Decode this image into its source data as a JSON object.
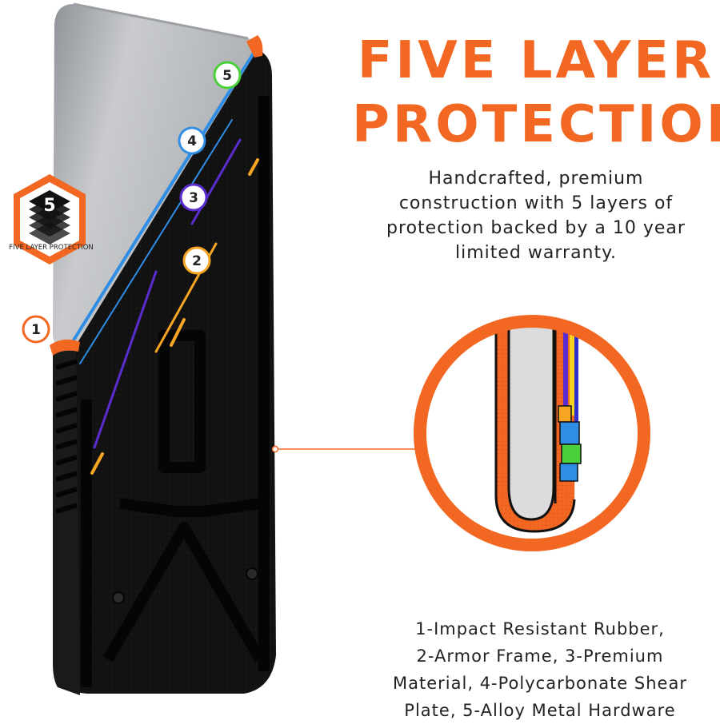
{
  "headline": {
    "line1": "FIVE LAYER",
    "line2": "PROTECTION"
  },
  "intro": {
    "lines": [
      "Handcrafted, premium",
      "construction with 5 layers of",
      "protection backed by a 10 year",
      "limited warranty."
    ]
  },
  "legend": {
    "lines": [
      "1-Impact Resistant Rubber,",
      "2-Armor Frame, 3-Premium",
      "Material, 4-Polycarbonate Shear",
      "Plate, 5-Alloy Metal Hardware"
    ]
  },
  "badge_logo": {
    "text": "FIVE LAYER PROTECTION",
    "glyph": "5"
  },
  "markers": [
    {
      "number": "1",
      "color": "#f26722"
    },
    {
      "number": "2",
      "color": "#f6a623"
    },
    {
      "number": "3",
      "color": "#5b2ccf"
    },
    {
      "number": "4",
      "color": "#2f8de4"
    },
    {
      "number": "5",
      "color": "#4ad13a"
    }
  ],
  "colors": {
    "accent": "#f26722",
    "text": "#222222",
    "case": "#111111",
    "phone": "#c4c6c9"
  }
}
